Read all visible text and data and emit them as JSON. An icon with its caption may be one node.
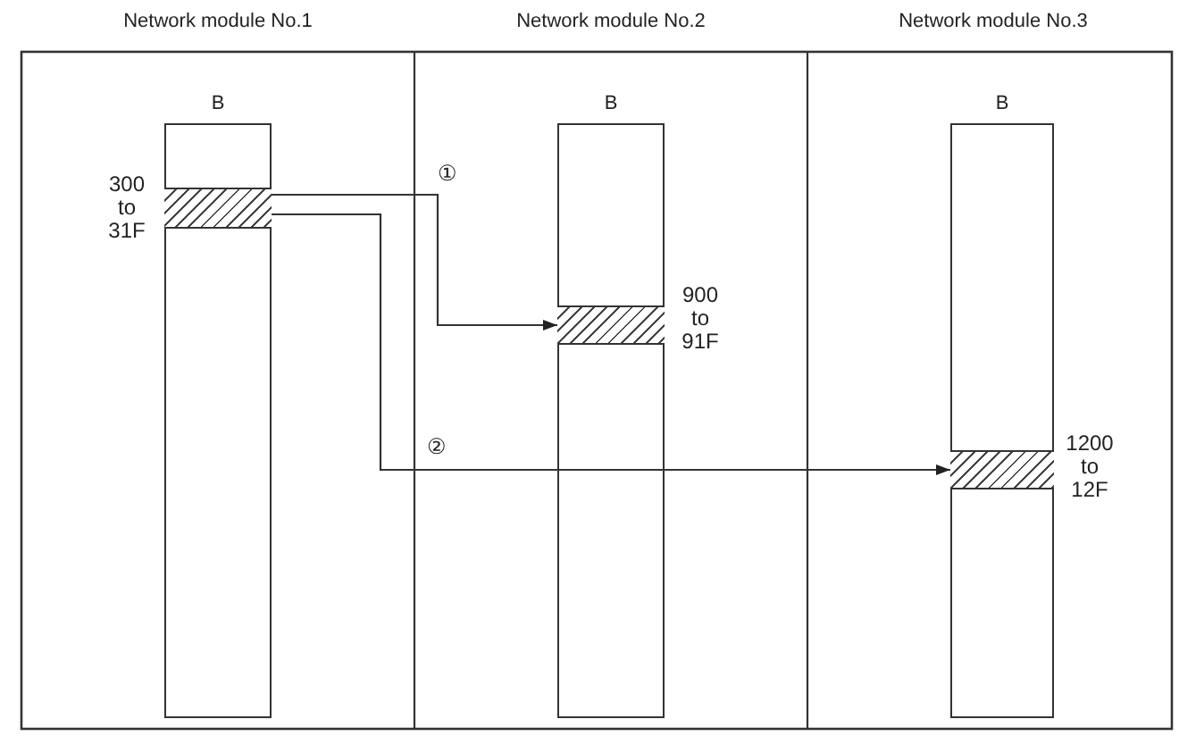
{
  "diagram": {
    "nodes": [
      {
        "text": [
          "Network module No.1"
        ]
      },
      {
        "text": [
          "B"
        ],
        "in": 0
      },
      {
        "text": [],
        "shape": "box",
        "in": 1,
        "beside": [
          "300 to 31F"
        ]
      },
      {
        "text": [
          "Network module No.2"
        ]
      },
      {
        "text": [
          "B"
        ],
        "in": 3
      },
      {
        "text": [],
        "shape": "box",
        "in": 4,
        "beside": [
          "900 to 91F"
        ]
      },
      {
        "text": [
          "Network module No.3"
        ]
      },
      {
        "text": [
          "B"
        ],
        "in": 6
      },
      {
        "text": [],
        "shape": "box",
        "in": 7,
        "beside": [
          "1200 to 12F"
        ]
      }
    ],
    "edges": [
      {
        "from": 2,
        "to": 5,
        "arrow": "to",
        "label": "①"
      },
      {
        "from": 2,
        "to": 8,
        "arrow": "to",
        "label": "②"
      }
    ]
  }
}
